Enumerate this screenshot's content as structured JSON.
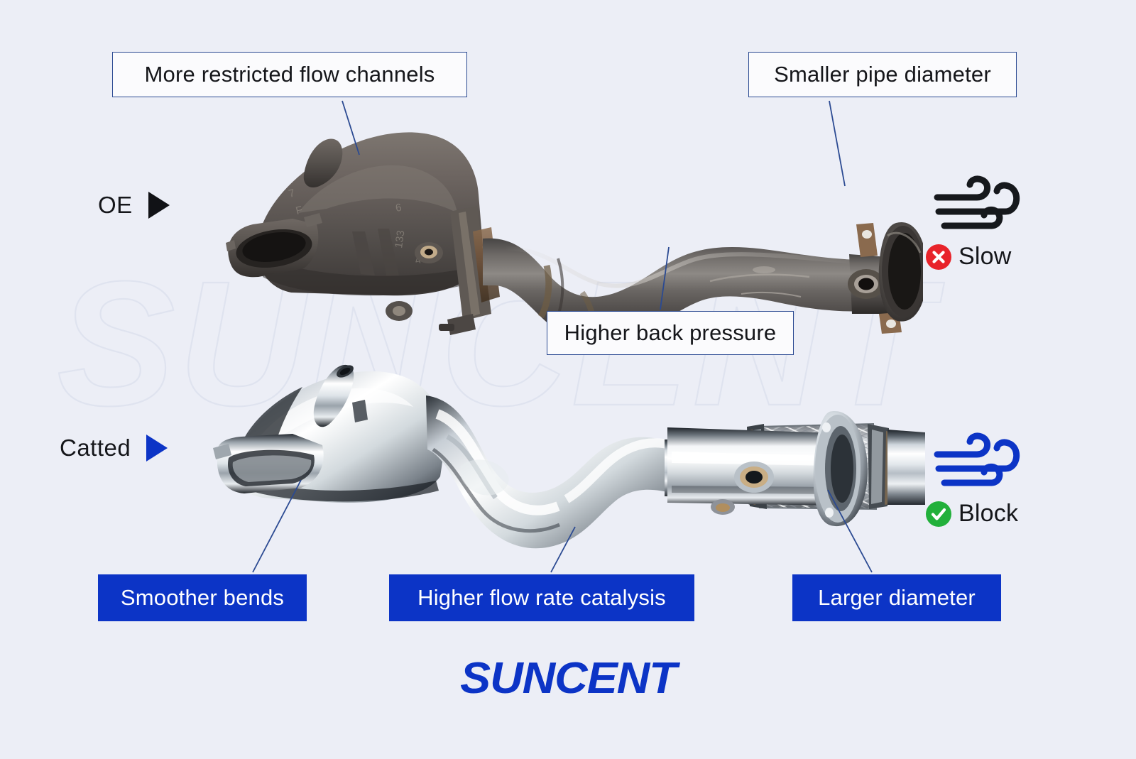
{
  "page": {
    "background_color": "#eceef6",
    "accent_blue": "#0c34c6",
    "border_blue": "#2b4a92",
    "watermark_text": "SUNCENT"
  },
  "rows": [
    {
      "id": "oe",
      "label": "OE",
      "marker_color": "#111216"
    },
    {
      "id": "catted",
      "label": "Catted",
      "marker_color": "#0c34c6"
    }
  ],
  "callouts": {
    "restricted_flow": "More restricted flow channels",
    "smaller_pipe": "Smaller pipe diameter",
    "back_pressure": "Higher back pressure",
    "smoother_bends": "Smoother bends",
    "flow_rate_catalysis": "Higher flow rate catalysis",
    "larger_diameter": "Larger diameter"
  },
  "verdicts": [
    {
      "id": "slow",
      "text": "Slow",
      "badge": "cross-icon",
      "badge_color": "#e8232a",
      "wind_color": "#16181c"
    },
    {
      "id": "block",
      "text": "Block",
      "badge": "check-icon",
      "badge_color": "#22b03b",
      "wind_color": "#0c34c6"
    }
  ],
  "brand": {
    "name": "SUNCENT",
    "color": "#0c34c6"
  }
}
